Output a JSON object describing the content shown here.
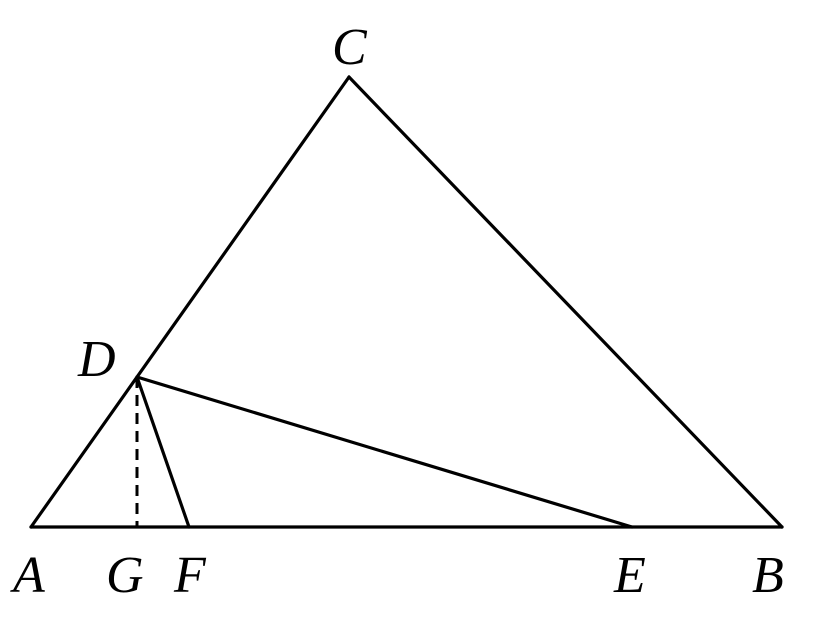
{
  "figure": {
    "labels": {
      "A": "A",
      "B": "B",
      "C": "C",
      "D": "D",
      "E": "E",
      "F": "F",
      "G": "G"
    },
    "segments": [
      "AB",
      "BC",
      "CA",
      "DE",
      "DF"
    ],
    "dashed_segments": [
      "DG"
    ]
  }
}
